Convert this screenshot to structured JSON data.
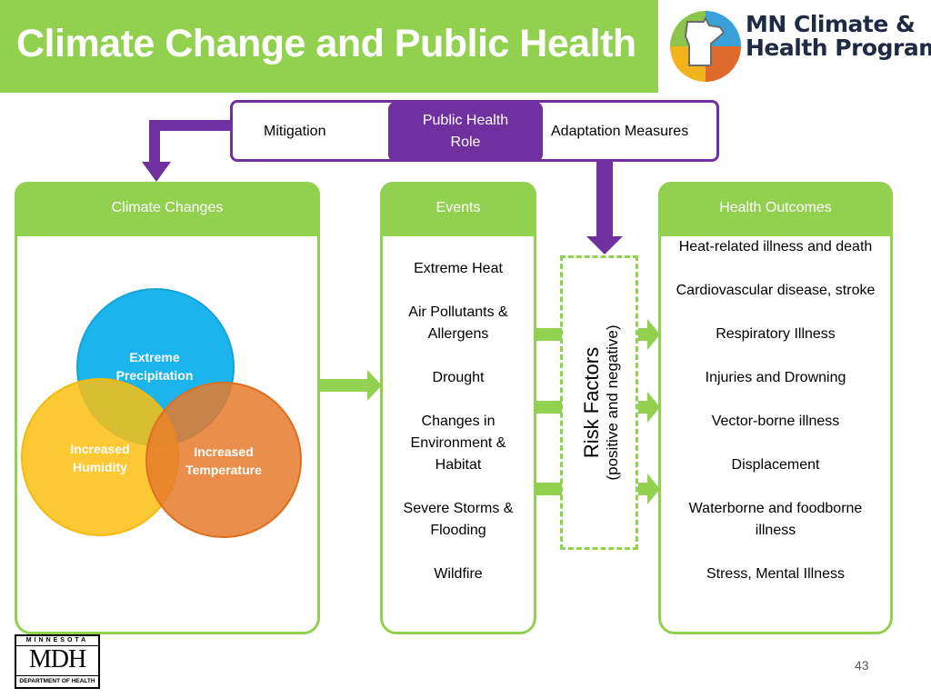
{
  "title": "Climate Change and Public Health",
  "logo": {
    "line1": "MN Climate &",
    "line2": "Health Program"
  },
  "top_bar": {
    "left": "Mitigation",
    "center": "Public Health Role",
    "right": "Adaptation Measures"
  },
  "panels": {
    "climate_changes": {
      "heading": "Climate Changes",
      "venn": {
        "precipitation": "Extreme Precipitation",
        "humidity": "Increased Humidity",
        "temperature": "Increased Temperature"
      }
    },
    "events": {
      "heading": "Events",
      "items": [
        "Extreme Heat",
        "Air Pollutants & Allergens",
        "Drought",
        "Changes in Environment & Habitat",
        "Severe Storms & Flooding",
        "Wildfire"
      ]
    },
    "risk_factors": {
      "label": "Risk Factors",
      "sublabel": "(positive and negative)"
    },
    "health_outcomes": {
      "heading": "Health Outcomes",
      "items": [
        "Heat-related illness and death",
        "Cardiovascular disease, stroke",
        "Respiratory Illness",
        "Injuries and Drowning",
        "Vector-borne illness",
        "Displacement",
        "Waterborne and foodborne illness",
        "Stress, Mental Illness"
      ]
    }
  },
  "footer": {
    "mdh_top": "MINNESOTA",
    "mdh_mid": "MDH",
    "mdh_bottom": "DEPARTMENT OF HEALTH",
    "page_number": "43"
  },
  "colors": {
    "green": "#92d050",
    "purple": "#7030a0",
    "blue": "#1cb4ec",
    "yellow": "#fcc010",
    "orange": "#e67b2c"
  }
}
